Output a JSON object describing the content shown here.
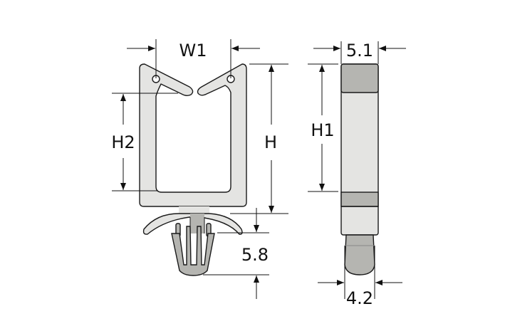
{
  "drawing": {
    "front_view": {
      "width_label": "W1",
      "height_label": "H",
      "inner_height_label": "H2",
      "pin_length_label": "5.8"
    },
    "side_view": {
      "thickness_label": "5.1",
      "height_label": "H1",
      "pin_width_label": "4.2"
    },
    "colors": {
      "body": "#e4e4e2",
      "shaded": "#b5b5b1",
      "line": "#1a1a1a"
    }
  }
}
